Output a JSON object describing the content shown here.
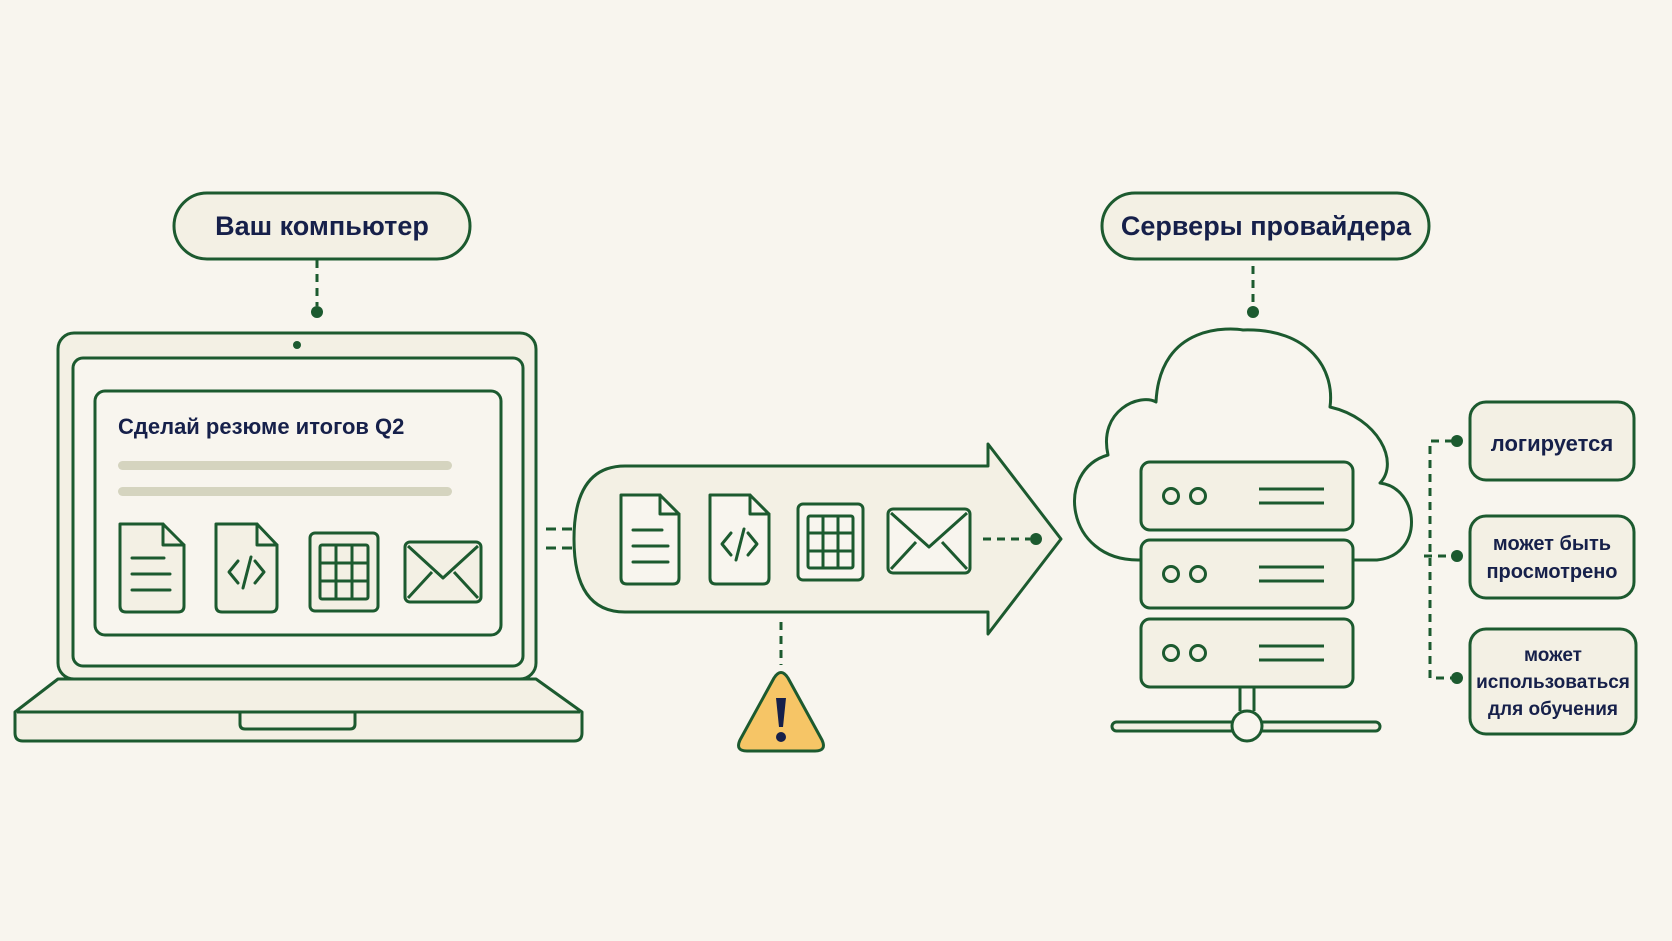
{
  "labels": {
    "computer": "Ваш компьютер",
    "servers": "Серверы провайдера"
  },
  "screen": {
    "prompt": "Сделай резюме итогов Q2"
  },
  "risks": {
    "logged": "логируется",
    "viewed_line1": "может быть",
    "viewed_line2": "просмотрено",
    "training_line1": "может",
    "training_line2": "использоваться",
    "training_line3": "для обучения"
  },
  "icons": {
    "screen": [
      "document-icon",
      "code-file-icon",
      "table-icon",
      "envelope-icon"
    ],
    "transfer": [
      "document-icon",
      "code-file-icon",
      "table-icon",
      "envelope-icon"
    ],
    "alert": "warning-icon",
    "cloud": "cloud-icon",
    "server": "server-rack-icon"
  },
  "colors": {
    "stroke": "#1c5a2f",
    "text": "#16204a",
    "background": "#f8f5ee",
    "fill": "#f3f0e4",
    "warning": "#f6c566"
  }
}
